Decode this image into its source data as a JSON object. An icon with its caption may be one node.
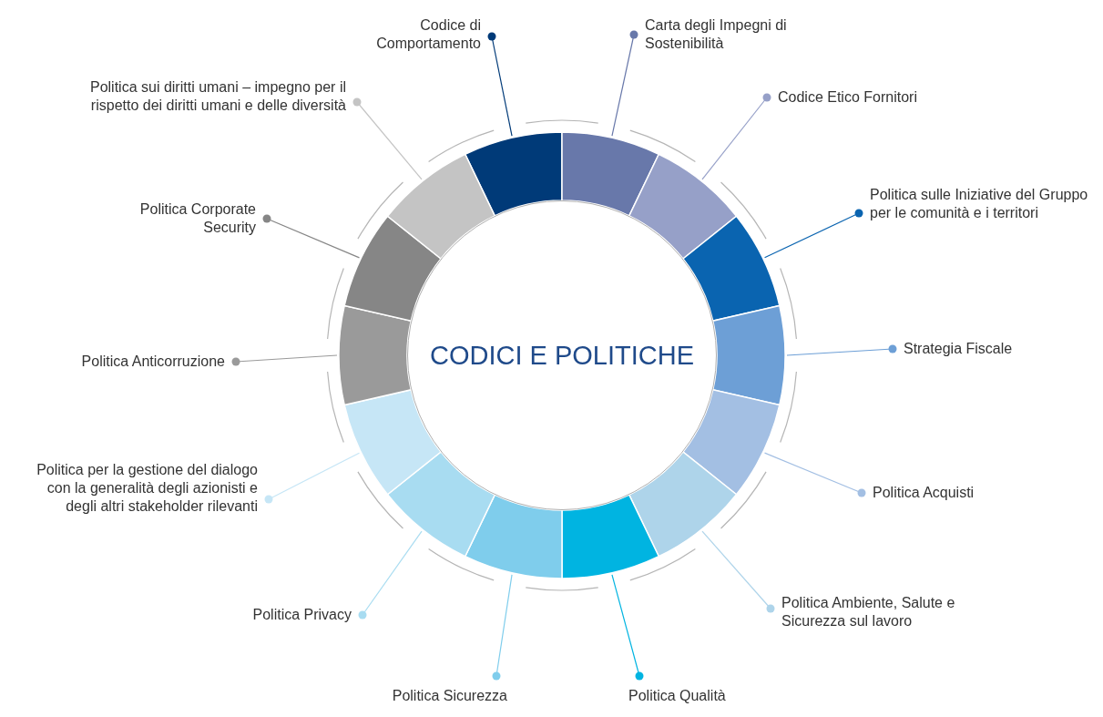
{
  "diagram": {
    "nodes": [
      {
        "text": [
          "Codice di Comportamento"
        ]
      },
      {
        "text": [
          "Carta degli Impegni di Sostenibilità"
        ]
      },
      {
        "text": [
          "Codice Etico Fornitori"
        ]
      },
      {
        "text": [
          "Politica sulle Iniziative del Gruppo per le comunità e i territori"
        ]
      },
      {
        "text": [
          "Strategia Fiscale"
        ]
      },
      {
        "text": [
          "Politica Acquisti"
        ]
      },
      {
        "text": [
          "Politica Ambiente, Salute e Sicurezza sul lavoro"
        ]
      },
      {
        "text": [
          "Politica Qualità"
        ]
      },
      {
        "text": [
          "Politica Sicurezza"
        ]
      },
      {
        "text": [
          "Politica Privacy"
        ]
      },
      {
        "text": [
          "Politica per la gestione del dialogo con la generalità degli azionisti e degli altri stakeholder rilevanti"
        ]
      },
      {
        "text": [
          "Politica Anticorruzione"
        ]
      },
      {
        "text": [
          "Politica Corporate Security"
        ]
      },
      {
        "text": [
          "Politica sui diritti umani – impegno per il rispetto dei diritti umani e delle diversità"
        ]
      },
      {
        "text": [
          "CODICI E POLITICHE"
        ]
      },
      {
        "text": [],
        "shape": "segment"
      },
      {
        "text": [],
        "shape": "segment"
      },
      {
        "text": [],
        "shape": "segment"
      },
      {
        "text": [],
        "shape": "segment"
      },
      {
        "text": [],
        "shape": "segment"
      },
      {
        "text": [],
        "shape": "segment"
      },
      {
        "text": [],
        "shape": "segment"
      },
      {
        "text": [],
        "shape": "segment"
      },
      {
        "text": [],
        "shape": "segment"
      },
      {
        "text": [],
        "shape": "segment"
      },
      {
        "text": [],
        "shape": "segment"
      },
      {
        "text": [],
        "shape": "segment"
      },
      {
        "text": [],
        "shape": "segment"
      },
      {
        "text": [],
        "shape": "segment"
      }
    ],
    "edges": [
      {
        "from": 0,
        "to": 15,
        "arrow": "other",
        "color": "#003a78"
      },
      {
        "from": 1,
        "to": 16,
        "arrow": "other",
        "color": "#6878aa"
      },
      {
        "from": 2,
        "to": 17,
        "arrow": "other",
        "color": "#96a0c8"
      },
      {
        "from": 3,
        "to": 18,
        "arrow": "other",
        "color": "#0a64b0"
      },
      {
        "from": 4,
        "to": 19,
        "arrow": "other",
        "color": "#6d9fd6"
      },
      {
        "from": 5,
        "to": 20,
        "arrow": "other",
        "color": "#a3bfe3"
      },
      {
        "from": 6,
        "to": 21,
        "arrow": "other",
        "color": "#aed4ea"
      },
      {
        "from": 7,
        "to": 22,
        "arrow": "other",
        "color": "#00b4e1"
      },
      {
        "from": 8,
        "to": 23,
        "arrow": "other",
        "color": "#7fcdec"
      },
      {
        "from": 9,
        "to": 24,
        "arrow": "other",
        "color": "#a8dcf1"
      },
      {
        "from": 10,
        "to": 25,
        "arrow": "other",
        "color": "#c6e6f6"
      },
      {
        "from": 11,
        "to": 26,
        "arrow": "other",
        "color": "#9a9a9a"
      },
      {
        "from": 12,
        "to": 27,
        "arrow": "other",
        "color": "#868686"
      },
      {
        "from": 13,
        "to": 28,
        "arrow": "other",
        "color": "#c4c4c4"
      }
    ]
  }
}
